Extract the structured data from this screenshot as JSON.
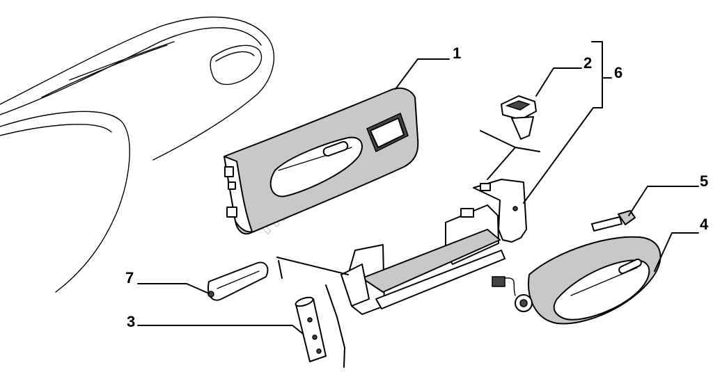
{
  "watermark": "fizap.com",
  "callouts": [
    {
      "id": "1",
      "text": "1"
    },
    {
      "id": "2",
      "text": "2"
    },
    {
      "id": "3",
      "text": "3"
    },
    {
      "id": "4",
      "text": "4"
    },
    {
      "id": "5",
      "text": "5"
    },
    {
      "id": "6",
      "text": "6"
    },
    {
      "id": "7",
      "text": "7"
    }
  ]
}
